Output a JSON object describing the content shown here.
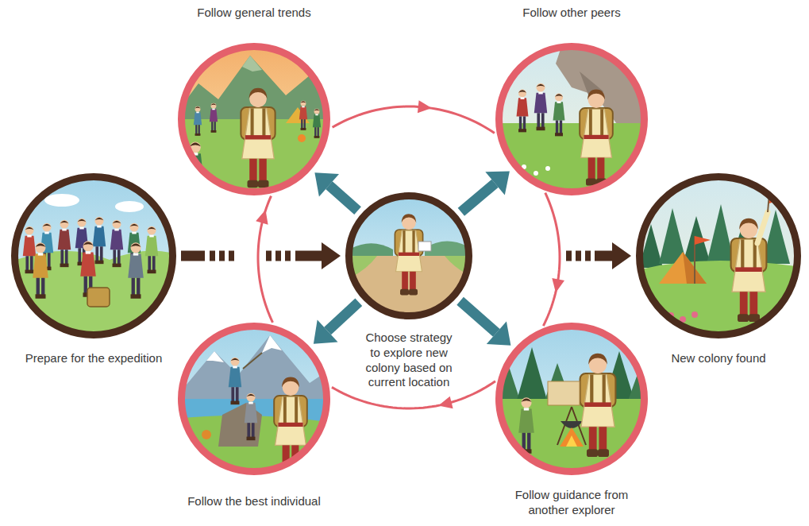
{
  "diagram": {
    "nodes": [
      {
        "text": [
          "Follow general trends"
        ]
      },
      {
        "text": [
          "Follow other peers"
        ]
      },
      {
        "text": [
          "Prepare for the expedition"
        ]
      },
      {
        "text": [
          "Choose strategy to explore new colony based on current location"
        ]
      },
      {
        "text": [
          "New colony found"
        ]
      },
      {
        "text": [
          "Follow the best individual"
        ]
      },
      {
        "text": [
          "Follow guidance from another explorer"
        ]
      }
    ],
    "edges": [
      {
        "from": 2,
        "to": 3,
        "arrow": "to"
      },
      {
        "from": 3,
        "to": 4,
        "arrow": "to"
      },
      {
        "from": 3,
        "to": 0,
        "arrow": "to"
      },
      {
        "from": 3,
        "to": 1,
        "arrow": "to"
      },
      {
        "from": 3,
        "to": 5,
        "arrow": "to"
      },
      {
        "from": 3,
        "to": 6,
        "arrow": "to"
      },
      {
        "from": 0,
        "to": 1,
        "arrow": "to"
      },
      {
        "from": 1,
        "to": 6,
        "arrow": "to"
      },
      {
        "from": 6,
        "to": 5,
        "arrow": "to"
      },
      {
        "from": 5,
        "to": 0,
        "arrow": "to"
      }
    ]
  }
}
